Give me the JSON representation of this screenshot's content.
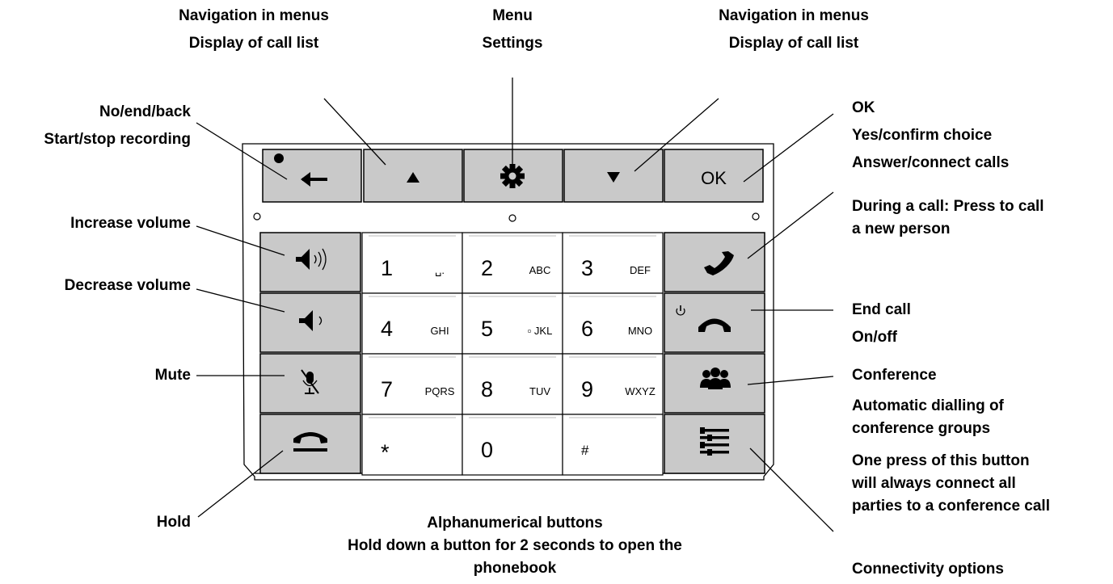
{
  "labels": {
    "nav_up": [
      "Navigation in menus",
      "Display of call list"
    ],
    "menu": [
      "Menu",
      "Settings"
    ],
    "nav_down": [
      "Navigation in menus",
      "Display of call list"
    ],
    "back": [
      "No/end/back",
      "Start/stop recording"
    ],
    "ok": [
      "OK",
      "Yes/confirm choice"
    ],
    "answer": [
      "Answer/connect calls",
      "During a call: Press to call",
      "a new person"
    ],
    "vol_up": "Increase volume",
    "vol_down": "Decrease volume",
    "end_call": [
      "End call",
      "On/off"
    ],
    "mute": "Mute",
    "conference": [
      "Conference",
      "Automatic dialling of",
      "conference groups",
      "One press of this button",
      "will always connect all",
      "parties to a conference call"
    ],
    "hold": "Hold",
    "alphanumeric": [
      "Alphanumerical buttons",
      "Hold down a button for 2 seconds to open the",
      "phonebook"
    ],
    "connectivity": "Connectivity options"
  },
  "keys": {
    "ok_text": "OK",
    "digits": [
      {
        "d": "1",
        "l": "␣."
      },
      {
        "d": "2",
        "l": "ABC"
      },
      {
        "d": "3",
        "l": "DEF"
      },
      {
        "d": "4",
        "l": "GHI"
      },
      {
        "d": "5",
        "l": "▫ JKL"
      },
      {
        "d": "6",
        "l": "MNO"
      },
      {
        "d": "7",
        "l": "PQRS"
      },
      {
        "d": "8",
        "l": "TUV"
      },
      {
        "d": "9",
        "l": "WXYZ"
      },
      {
        "d": "*",
        "l": ""
      },
      {
        "d": "0",
        "l": ""
      },
      {
        "d": "#",
        "l": ""
      }
    ]
  },
  "colors": {
    "gray_key": "#c9c9c9",
    "white_key": "#ffffff",
    "outline": "#000000"
  }
}
